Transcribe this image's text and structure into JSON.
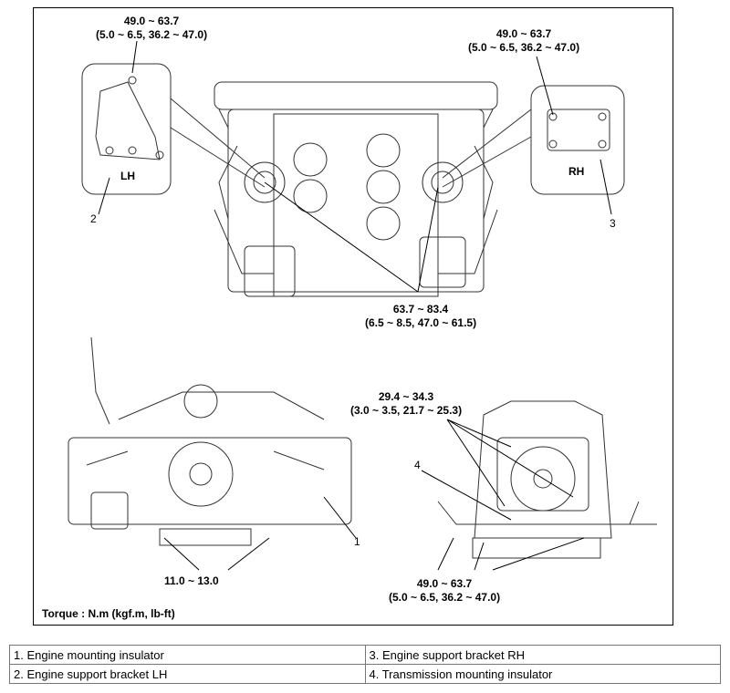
{
  "torque_specs": {
    "lh_bracket": {
      "nm": "49.0 ~ 63.7",
      "alt": "(5.0 ~ 6.5, 36.2 ~ 47.0)"
    },
    "rh_bracket": {
      "nm": "49.0 ~ 63.7",
      "alt": "(5.0 ~ 6.5, 36.2 ~ 47.0)"
    },
    "center_bolts": {
      "nm": "63.7 ~ 83.4",
      "alt": "(6.5 ~ 8.5, 47.0 ~ 61.5)"
    },
    "trans_upper": {
      "nm": "29.4 ~ 34.3",
      "alt": "(3.0 ~ 3.5, 21.7 ~ 25.3)"
    },
    "engine_insulator": {
      "nm": "11.0 ~ 13.0"
    },
    "trans_lower": {
      "nm": "49.0 ~ 63.7",
      "alt": "(5.0 ~ 6.5, 36.2 ~ 47.0)"
    }
  },
  "detail_labels": {
    "lh": "LH",
    "rh": "RH"
  },
  "callouts": {
    "one": "1",
    "two": "2",
    "three": "3",
    "four": "4"
  },
  "torque_unit_note": "Torque : N.m (kgf.m, lb-ft)",
  "legend": {
    "item1": "1. Engine mounting insulator",
    "item2": "2. Engine support bracket LH",
    "item3": "3. Engine support bracket RH",
    "item4": "4. Transmission mounting insulator"
  }
}
